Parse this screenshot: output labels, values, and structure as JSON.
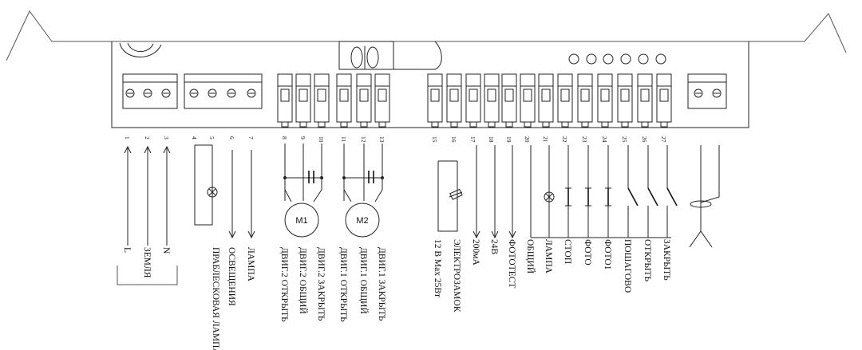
{
  "terminal_numbers": [
    "1",
    "2",
    "3",
    "4",
    "5",
    "6",
    "7",
    "8",
    "9",
    "10",
    "11",
    "12",
    "13",
    "15",
    "16",
    "17",
    "18",
    "19",
    "20",
    "21",
    "22",
    "23",
    "24",
    "25",
    "26",
    "27"
  ],
  "wire_labels": {
    "t1": "L",
    "t2": "ЗЕМЛЯ",
    "t3": "N",
    "t4": "ПРАБЛЕСКОВАЯ ЛАМПА",
    "t6": "ОСВЕЩЕНИЯ",
    "t7": "ЛАМПА",
    "t8": "ДВИГ.2 ОТКРЫТЬ",
    "t9": "ДВИГ.2 ОБЩИЙ",
    "t10": "ДВИГ.2 ЗАКРЫТЬ",
    "t11": "ДВИГ.1 ОТКРЫТЬ",
    "t12": "ДВИГ.1 ОБЩИЙ",
    "t13": "ДВИГ.1 ЗАКРЫТЬ",
    "t15": "12 В Max 25Вт",
    "t16": "ЭЛЕКТРОЗАМОК",
    "t17": "200мА",
    "t18": "24В",
    "t19": "ФОТОТЕСТ",
    "t20": "ОБЩИЙ",
    "t21": "ЛАМПА",
    "t22": "СТОП",
    "t23": "ФОТО",
    "t24": "ФОТО1",
    "t25": "ПОШАГОВО",
    "t26": "ОТКРЫТЬ",
    "t27": "ЗАКРЫТЬ"
  },
  "motors": {
    "m1": "M1",
    "m2": "M2"
  }
}
